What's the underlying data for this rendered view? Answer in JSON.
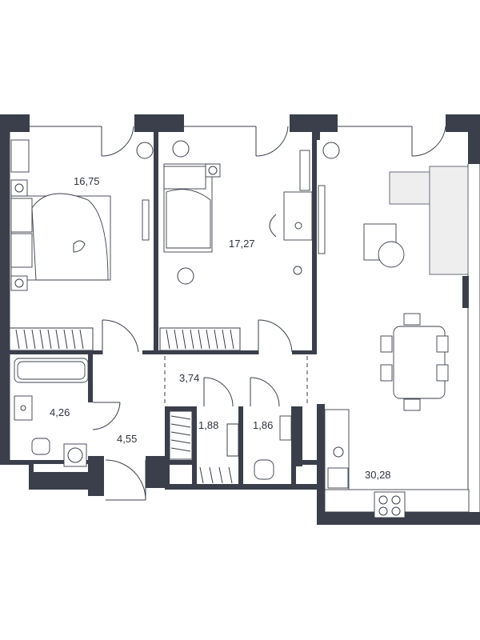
{
  "floor_plan": {
    "rooms": [
      {
        "id": "bedroom-1",
        "area": "16,75"
      },
      {
        "id": "bedroom-2",
        "area": "17,27"
      },
      {
        "id": "living-kitchen",
        "area": "30,28"
      },
      {
        "id": "hallway",
        "area": "3,74"
      },
      {
        "id": "bathroom",
        "area": "4,26"
      },
      {
        "id": "entrance-hall",
        "area": "4,55"
      },
      {
        "id": "wardrobe",
        "area": "1,88"
      },
      {
        "id": "wc",
        "area": "1,86"
      }
    ],
    "colors": {
      "wall": "#3a3f4b",
      "line": "#3a3f4b",
      "text": "#2f3340"
    }
  }
}
